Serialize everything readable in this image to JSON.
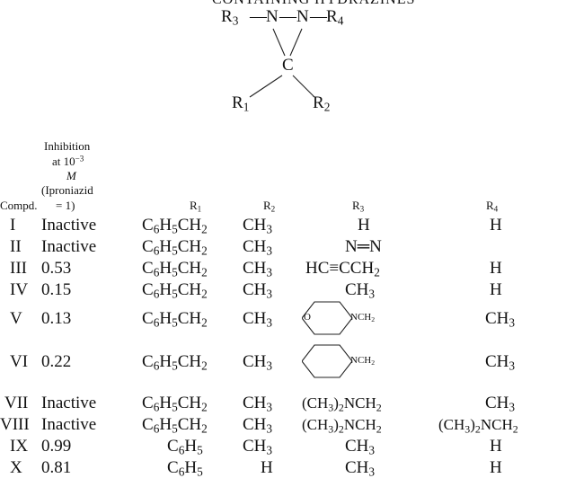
{
  "table_title_fragment": "CONTAINING HYDRAZINES",
  "structure": {
    "atoms": {
      "r3": "R",
      "r3_sub": "3",
      "n1": "N",
      "n2": "N",
      "r4": "R",
      "r4_sub": "4",
      "c": "C",
      "r1": "R",
      "r1_sub": "1",
      "r2": "R",
      "r2_sub": "2"
    }
  },
  "columns": {
    "inhib_line1": "Inhibition",
    "inhib_line2": "at 10",
    "inhib_exp": "−3",
    "inhib_line3": "M",
    "inhib_line4": "(Iproniazid",
    "inhib_line5": "= 1)",
    "compd": "Compd.",
    "r1": "R",
    "r1_sub": "1",
    "r2": "R",
    "r2_sub": "2",
    "r3": "R",
    "r3_sub": "3",
    "r4": "R",
    "r4_sub": "4"
  },
  "rows": [
    {
      "compd": "I",
      "inhibition": "Inactive",
      "r1": "C6H5CH2",
      "r2": "CH3",
      "r3": "H",
      "r4": "H"
    },
    {
      "compd": "II",
      "inhibition": "Inactive",
      "r1": "C6H5CH2",
      "r2": "CH3",
      "r3": "N=N",
      "r4": ""
    },
    {
      "compd": "III",
      "inhibition": "0.53",
      "r1": "C6H5CH2",
      "r2": "CH3",
      "r3": "HC≡CCH2",
      "r4": "H"
    },
    {
      "compd": "IV",
      "inhibition": "0.15",
      "r1": "C6H5CH2",
      "r2": "CH3",
      "r3": "CH3",
      "r4": "H"
    },
    {
      "compd": "V",
      "inhibition": "0.13",
      "r1": "C6H5CH2",
      "r2": "CH3",
      "r3_ring_atom": "O",
      "r3_tail": "NCH2",
      "r4": "CH3"
    },
    {
      "compd": "VI",
      "inhibition": "0.22",
      "r1": "C6H5CH2",
      "r2": "CH3",
      "r3_tail": "NCH2",
      "r4": "CH3"
    },
    {
      "compd": "VII",
      "inhibition": "Inactive",
      "r1": "C6H5CH2",
      "r2": "CH3",
      "r3": "(CH3)2NCH2",
      "r4": "CH3"
    },
    {
      "compd": "VIII",
      "inhibition": "Inactive",
      "r1": "C6H5CH2",
      "r2": "CH3",
      "r3": "(CH3)2NCH2",
      "r4": "(CH3)2NCH2"
    },
    {
      "compd": "IX",
      "inhibition": "0.99",
      "r1": "C6H5",
      "r2": "CH3",
      "r3": "CH3",
      "r4": "H"
    },
    {
      "compd": "X",
      "inhibition": "0.81",
      "r1": "C6H5",
      "r2": "H",
      "r3": "CH3",
      "r4": "H"
    }
  ]
}
